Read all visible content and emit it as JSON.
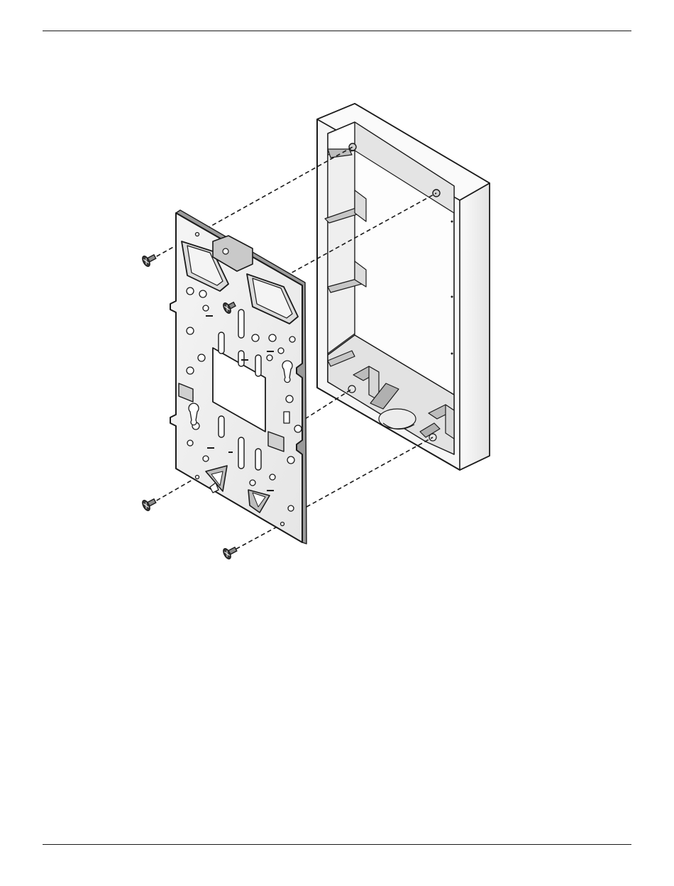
{
  "page": {
    "header_rule": true,
    "footer_rule": true
  },
  "figure": {
    "icon": "wall-mount-bracket-exploded-illustration",
    "colors": {
      "line": "#1a1a1a",
      "plate_fill": "#f3f3f3",
      "box_fill": "#f7f7f7",
      "shade": "#d9d9d9",
      "dark": "#8a8a8a"
    },
    "screw_count": 4,
    "dashed_guides": 4
  }
}
